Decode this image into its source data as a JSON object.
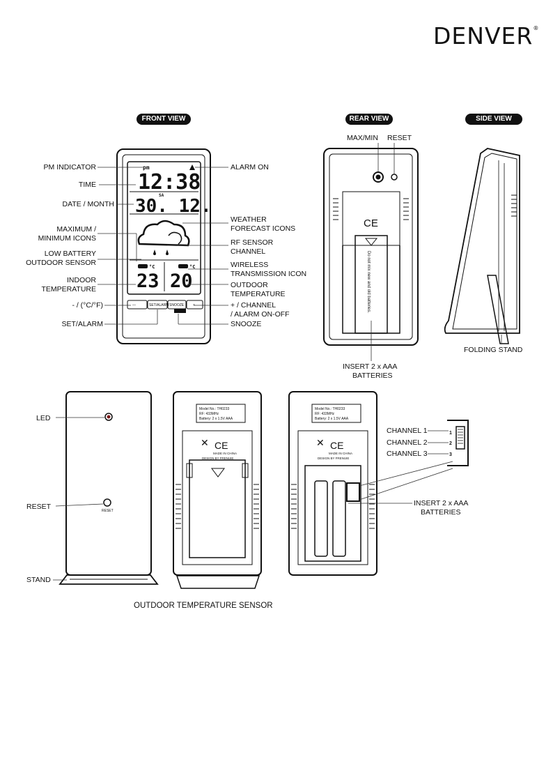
{
  "brand": {
    "name": "DENVER",
    "mark": "®"
  },
  "sections": {
    "front_view": "FRONT VIEW",
    "rear_view": "REAR VIEW",
    "side_view": "SIDE VIEW"
  },
  "front_labels": {
    "pm_indicator": "PM INDICATOR",
    "time": "TIME",
    "date_month": "DATE / MONTH",
    "max_min_1": "MAXIMUM /",
    "max_min_2": "MINIMUM ICONS",
    "low_batt_1": "LOW BATTERY",
    "low_batt_2": "OUTDOOR SENSOR",
    "indoor_1": "INDOOR",
    "indoor_2": "TEMPERATURE",
    "unit": "- / (°C/°F)",
    "set_alarm": "SET/ALARM",
    "alarm_on": "ALARM ON",
    "weather_1": "WEATHER",
    "weather_2": "FORECAST ICONS",
    "rf_1": "RF SENSOR",
    "rf_2": "CHANNEL",
    "wireless_1": "WIRELESS",
    "wireless_2": "TRANSMISSION ICON",
    "outdoor_1": "OUTDOOR",
    "outdoor_2": "TEMPERATURE",
    "channel_1": "+ / CHANNEL",
    "channel_2": "/ ALARM ON-OFF",
    "snooze": "SNOOZE"
  },
  "lcd": {
    "pm": "pm",
    "time": "12:38",
    "day_label": "SA",
    "date": "30. 12.",
    "indoor_temp": "23",
    "outdoor_temp": "20",
    "unit": "°C",
    "buttons": [
      "—",
      "SET/ALARM",
      "SNOOZE",
      "+"
    ]
  },
  "rear_labels": {
    "max_min": "MAX/MIN",
    "reset": "RESET",
    "insert_1": "INSERT 2 x AAA",
    "insert_2": "BATTERIES",
    "battery_note": "Do not mix new and old batteries."
  },
  "side_labels": {
    "folding_stand": "FOLDING STAND"
  },
  "sensor_labels": {
    "led": "LED",
    "reset": "RESET",
    "stand": "STAND",
    "channel_1": "CHANNEL 1",
    "channel_2": "CHANNEL 2",
    "channel_3": "CHANNEL 3",
    "insert_1": "INSERT 2 x AAA",
    "insert_2": "BATTERIES",
    "caption": "OUTDOOR TEMPERATURE SENSOR"
  },
  "sensor_plate": {
    "model": "Model No.: TH0233",
    "freq": "RF: 433MHz",
    "battery": "Battery: 2 x 1.5V AAA",
    "made_in": "MADE IN CHINA",
    "design": "DESIGN BY FRENUIE"
  }
}
